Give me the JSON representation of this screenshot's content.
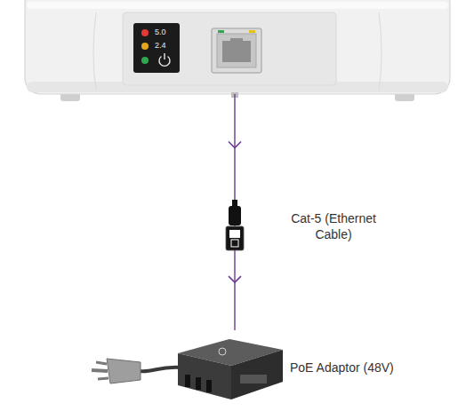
{
  "diagram": {
    "nodes": [
      {
        "text": [
          "5.0",
          "2.4"
        ]
      },
      {
        "text": [
          "PoE Adaptor (48V)"
        ]
      }
    ],
    "edges": [
      {
        "from": 0,
        "to": 1,
        "arrow": "to",
        "label": "Cat-5 (Ethernet Cable)"
      }
    ]
  }
}
